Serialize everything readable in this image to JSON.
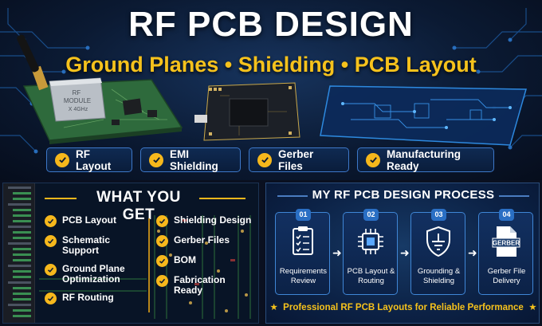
{
  "banner": {
    "title": "RF PCB DESIGN",
    "subtitle": "Ground Planes • Shielding • PCB Layout",
    "module_label_line1": "RF",
    "module_label_line2": "MODULE",
    "module_label_line3": "X 4GHz",
    "features": [
      "RF Layout",
      "EMI Shielding",
      "Gerber Files",
      "Manufacturing Ready"
    ]
  },
  "what_you_get": {
    "title": "WHAT YOU GET",
    "left_items": [
      "PCB Layout",
      "Schematic Support",
      "Ground Plane Optimization",
      "RF Routing"
    ],
    "right_items": [
      "Shielding Design",
      "Gerber Files",
      "BOM",
      "Fabrication Ready"
    ]
  },
  "process": {
    "title": "MY RF PCB DESIGN PROCESS",
    "steps": [
      {
        "num": "01",
        "label": "Requirements Review",
        "icon": "clipboard-checklist-icon"
      },
      {
        "num": "02",
        "label": "PCB Layout & Routing",
        "icon": "chip-icon"
      },
      {
        "num": "03",
        "label": "Grounding & Shielding",
        "icon": "ground-symbol-icon"
      },
      {
        "num": "04",
        "label": "Gerber File Delivery",
        "icon": "gerber-file-icon",
        "file_tag": "GERBER"
      }
    ],
    "tagline": "Professional RF PCB Layouts for Reliable Performance",
    "star": "★"
  },
  "colors": {
    "accent_gold": "#f6c21c",
    "check_gold": "#f6b81c",
    "border_blue": "#3d78c9",
    "pcb_green": "#2e6a3c"
  }
}
